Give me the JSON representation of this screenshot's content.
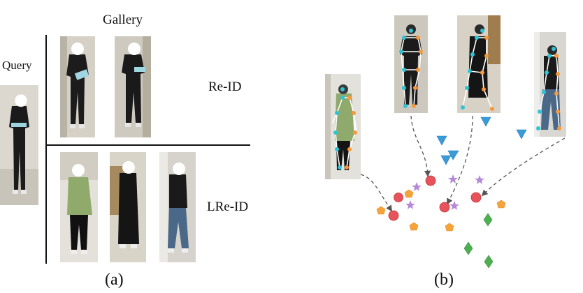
{
  "panel_a": {
    "gallery_label": "Gallery",
    "query_label": "Query",
    "reid_label": "Re-ID",
    "lreid_label": "LRe-ID",
    "caption": "(a)"
  },
  "panel_b": {
    "caption": "(b)"
  },
  "colors": {
    "circle": "#e8525a",
    "star": "#b48ad8",
    "pentagon": "#f5a43c",
    "triangle": "#3a9bd9",
    "diamond": "#4caf50",
    "skeleton_line": "#ffffff",
    "joint_left": "#2ec4d6",
    "joint_right": "#f59a3c",
    "arrow": "#555555"
  }
}
